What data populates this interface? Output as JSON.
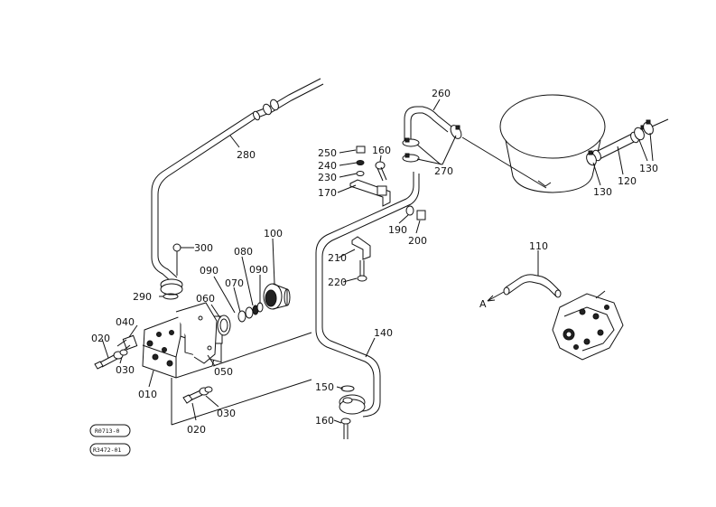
{
  "parts": {
    "p010": "010",
    "p020a": "020",
    "p020b": "020",
    "p030a": "030",
    "p030b": "030",
    "p040": "040",
    "p050": "050",
    "p060": "060",
    "p070": "070",
    "p080": "080",
    "p090a": "090",
    "p090b": "090",
    "p100": "100",
    "p110": "110",
    "p120": "120",
    "p130a": "130",
    "p130b": "130",
    "p140": "140",
    "p150": "150",
    "p160a": "160",
    "p160b": "160",
    "p170": "170",
    "p190": "190",
    "p200": "200",
    "p210": "210",
    "p220": "220",
    "p230": "230",
    "p240": "240",
    "p250": "250",
    "p260": "260",
    "p270": "270",
    "p280": "280",
    "p290": "290",
    "p300": "300"
  },
  "arrow_label": "A",
  "stamps": {
    "s1": "R0713-0",
    "s2": "R3472-01"
  }
}
